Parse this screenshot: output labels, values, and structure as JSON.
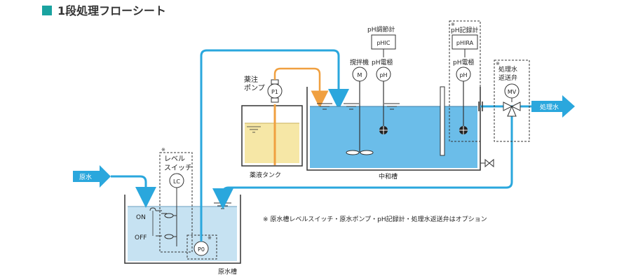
{
  "title": "1段処理フローシート",
  "colors": {
    "accent": "#1aa3a0",
    "water": "#6bbde9",
    "water_light": "#c6e2f2",
    "chem": "#f6e7a6",
    "pipe_blue": "#2aa7dd",
    "pipe_orange": "#f0a040",
    "line": "#333333"
  },
  "labels": {
    "raw_water_in": "原水",
    "treated_water_out": "処理水",
    "raw_tank": "原水槽",
    "chem_tank": "薬液タンク",
    "neutral_tank": "中和槽",
    "chem_pump_caption": "薬注\nポンプ",
    "level_switch_caption": "レベル\nスイッチ",
    "return_valve_caption": "処理水\n返送弁",
    "ph_controller_caption": "pH調節計",
    "ph_recorder_caption": "pH記録計",
    "ph_electrode_1": "pH電極",
    "ph_electrode_2": "pH電極",
    "mixer_caption": "撹拌機",
    "on": "ON",
    "off": "OFF",
    "asterisk": "※",
    "note": "※ 原水槽レベルスイッチ・原水ポンプ・pH記録計・処理水返送弁はオプション"
  },
  "instruments": {
    "P1": "P1",
    "P0": "P0",
    "LC": "LC",
    "M": "M",
    "pH_a": "pH",
    "pH_b": "pH",
    "pHIC": "pHIC",
    "pHIRA": "pHIRA",
    "MV": "MV"
  }
}
